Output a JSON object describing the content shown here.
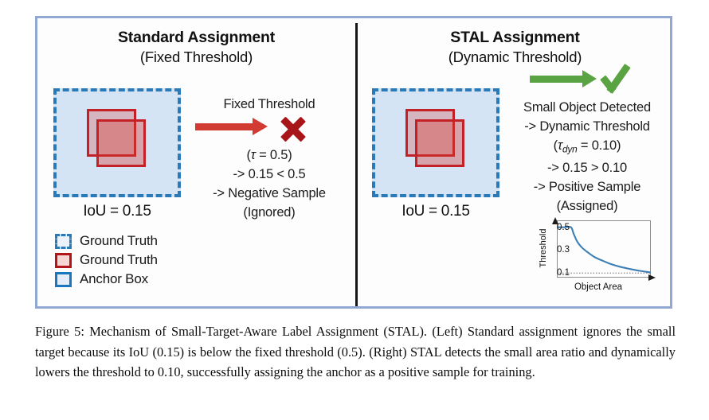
{
  "figure": {
    "caption": "Figure 5: Mechanism of Small-Target-Aware Label Assignment (STAL). (Left) Standard assignment ignores the small target because its IoU (0.15) is below the fixed threshold (0.5). (Right) STAL detects the small area ratio and dynamically lowers the threshold to 0.10, successfully assigning the anchor as a positive sample for training."
  },
  "colors": {
    "frame_border": "#8fa9d4",
    "divider": "#161616",
    "anchor_blue": "#2a7ab9",
    "anchor_fill": "#d5e4f5",
    "gt_red": "#c42027",
    "arrow_red": "#d23b32",
    "x_mark_red": "#a81519",
    "arrow_green": "#5aa343",
    "check_green": "#5aa343",
    "curve_blue": "#3d7fb5"
  },
  "left_panel": {
    "title": "Standard Assignment",
    "subtitle": "(Fixed Threshold)",
    "iou_label": "IoU = 0.15",
    "arrow_icon": "red-right-arrow",
    "result_icon": "red-x-mark",
    "lines": [
      "Fixed Threshold",
      "(τ = 0.5)",
      "-> 0.15 < 0.5",
      "-> Negative Sample",
      "(Ignored)"
    ],
    "heading": "Fixed Threshold",
    "tau_text": "(τ = 0.5)",
    "compare_text": "-> 0.15 < 0.5",
    "verdict_text": "-> Negative Sample",
    "verdict_note": "(Ignored)"
  },
  "right_panel": {
    "title": "STAL Assignment",
    "subtitle": "(Dynamic Threshold)",
    "iou_label": "IoU = 0.15",
    "arrow_icon": "green-right-arrow",
    "result_icon": "green-check-mark",
    "heading": "Small Object Detected",
    "dynamic_text": "-> Dynamic Threshold",
    "tau_prefix": "(",
    "tau_symbol": "τ",
    "tau_subscript": "dyn",
    "tau_suffix": " = 0.10)",
    "compare_text": "-> 0.15 > 0.10",
    "verdict_text": "-> Positive Sample",
    "verdict_note": "(Assigned)"
  },
  "legend": {
    "items": [
      {
        "label": "Ground Truth",
        "swatch": "dashed-blue-box"
      },
      {
        "label": "Ground Truth",
        "swatch": "solid-red-box"
      },
      {
        "label": "Anchor Box",
        "swatch": "solid-blue-box"
      }
    ]
  },
  "chart_data": {
    "type": "line",
    "title": "",
    "xlabel": "Object Area",
    "ylabel": "Threshold",
    "yticks": [
      0.5,
      0.3,
      0.1
    ],
    "ylim": [
      0.06,
      0.56
    ],
    "xlim": [
      0,
      1
    ],
    "grid": false,
    "reference_line": {
      "y": 0.1,
      "style": "dotted"
    },
    "series": [
      {
        "name": "Dynamic threshold",
        "x": [
          0.0,
          0.08,
          0.15,
          0.18,
          0.22,
          0.27,
          0.33,
          0.4,
          0.48,
          0.57,
          0.67,
          0.78,
          0.89,
          1.0
        ],
        "y": [
          0.5,
          0.5,
          0.5,
          0.44,
          0.37,
          0.32,
          0.28,
          0.24,
          0.21,
          0.18,
          0.155,
          0.135,
          0.118,
          0.105
        ]
      }
    ]
  }
}
